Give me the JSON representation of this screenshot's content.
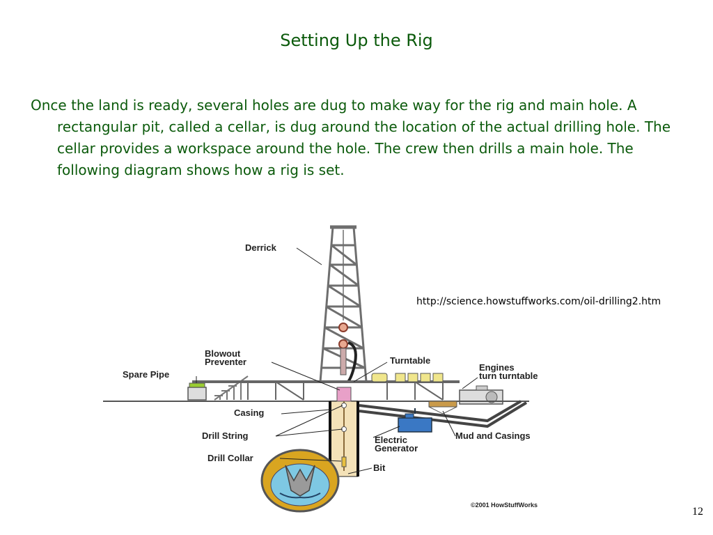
{
  "slide": {
    "title": "Setting Up the Rig",
    "body": "Once the land is ready, several holes are dug to make way for the rig and main hole. A rectangular pit, called a cellar, is dug around the location of the actual drilling hole. The cellar provides a workspace around the hole. The crew then drills a main hole. The following diagram shows how a rig is set.",
    "source_url": "http://science.howstuffworks.com/oil-drilling2.htm",
    "page_number": "12"
  },
  "diagram": {
    "labels": {
      "derrick": "Derrick",
      "blowout_line1": "Blowout",
      "blowout_line2": "Preventer",
      "spare_pipe": "Spare Pipe",
      "turntable": "Turntable",
      "engines_line1": "Engines",
      "engines_line2": "turn turntable",
      "casing": "Casing",
      "drill_string": "Drill String",
      "drill_collar": "Drill Collar",
      "bit": "Bit",
      "electric_line1": "Electric",
      "electric_line2": "Generator",
      "mud_casings": "Mud and Casings",
      "copyright": "©2001 HowStuffWorks"
    },
    "colors": {
      "text_green": "#0b5a0b",
      "derrick_gray": "#7a7a7a",
      "casing_fill": "#f4e2b8",
      "generator_blue": "#3a78c4",
      "turntable_yellow": "#f0e68c",
      "bit_orange": "#d9a520",
      "mud_brown": "#c99a4a"
    }
  }
}
